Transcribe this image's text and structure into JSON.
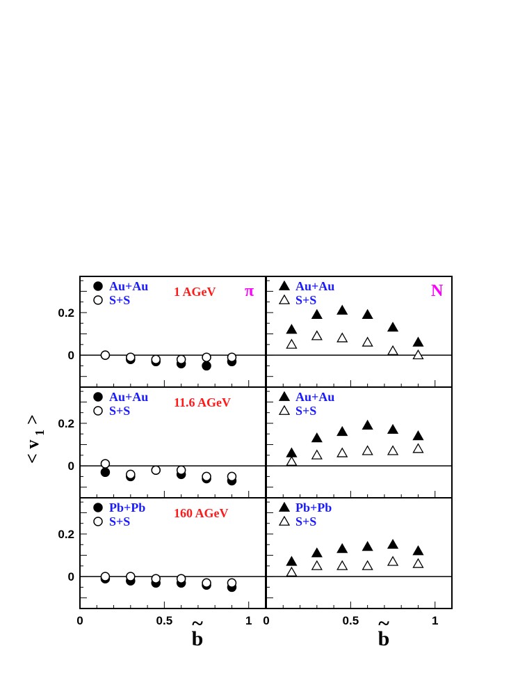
{
  "chart_data": {
    "type": "scatter",
    "ylabel": "< v",
    "ylabel_subscript": "1",
    "ylabel_close": ">",
    "xlabel": "b",
    "xlabel_accent": "~",
    "xlim": [
      0,
      1.1
    ],
    "ylim": [
      -0.15,
      0.37
    ],
    "x_ticks": [
      "0",
      "0.5",
      "1"
    ],
    "y_ticks": [
      "0",
      "0.2"
    ],
    "columns": [
      {
        "particle": "π",
        "marker": "circle"
      },
      {
        "particle": "N",
        "marker": "triangle"
      }
    ],
    "rows": [
      {
        "energy": "1 AGeV",
        "series_names": [
          "Au+Au",
          "S+S"
        ],
        "panels": [
          {
            "series": [
              {
                "name": "Au+Au",
                "filled": true,
                "x": [
                  0.15,
                  0.3,
                  0.45,
                  0.6,
                  0.75,
                  0.9
                ],
                "y": [
                  0.0,
                  -0.02,
                  -0.03,
                  -0.04,
                  -0.05,
                  -0.03
                ]
              },
              {
                "name": "S+S",
                "filled": false,
                "x": [
                  0.15,
                  0.3,
                  0.45,
                  0.6,
                  0.75,
                  0.9
                ],
                "y": [
                  0.0,
                  -0.01,
                  -0.02,
                  -0.02,
                  -0.01,
                  -0.01
                ]
              }
            ]
          },
          {
            "series": [
              {
                "name": "Au+Au",
                "filled": true,
                "x": [
                  0.15,
                  0.3,
                  0.45,
                  0.6,
                  0.75,
                  0.9
                ],
                "y": [
                  0.12,
                  0.19,
                  0.21,
                  0.19,
                  0.13,
                  0.06
                ]
              },
              {
                "name": "S+S",
                "filled": false,
                "x": [
                  0.15,
                  0.3,
                  0.45,
                  0.6,
                  0.75,
                  0.9
                ],
                "y": [
                  0.05,
                  0.09,
                  0.08,
                  0.06,
                  0.02,
                  0.0
                ]
              }
            ]
          }
        ]
      },
      {
        "energy": "11.6 AGeV",
        "series_names": [
          "Au+Au",
          "S+S"
        ],
        "panels": [
          {
            "series": [
              {
                "name": "Au+Au",
                "filled": true,
                "x": [
                  0.15,
                  0.3,
                  0.45,
                  0.6,
                  0.75,
                  0.9
                ],
                "y": [
                  -0.03,
                  -0.05,
                  -0.02,
                  -0.04,
                  -0.06,
                  -0.07
                ]
              },
              {
                "name": "S+S",
                "filled": false,
                "x": [
                  0.15,
                  0.3,
                  0.45,
                  0.6,
                  0.75,
                  0.9
                ],
                "y": [
                  0.01,
                  -0.04,
                  -0.02,
                  -0.02,
                  -0.05,
                  -0.05
                ]
              }
            ]
          },
          {
            "series": [
              {
                "name": "Au+Au",
                "filled": true,
                "x": [
                  0.15,
                  0.3,
                  0.45,
                  0.6,
                  0.75,
                  0.9
                ],
                "y": [
                  0.06,
                  0.13,
                  0.16,
                  0.19,
                  0.17,
                  0.14
                ]
              },
              {
                "name": "S+S",
                "filled": false,
                "x": [
                  0.15,
                  0.3,
                  0.45,
                  0.6,
                  0.75,
                  0.9
                ],
                "y": [
                  0.02,
                  0.05,
                  0.06,
                  0.07,
                  0.07,
                  0.08
                ]
              }
            ]
          }
        ]
      },
      {
        "energy": "160 AGeV",
        "series_names": [
          "Pb+Pb",
          "S+S"
        ],
        "panels": [
          {
            "series": [
              {
                "name": "Pb+Pb",
                "filled": true,
                "x": [
                  0.15,
                  0.3,
                  0.45,
                  0.6,
                  0.75,
                  0.9
                ],
                "y": [
                  -0.01,
                  -0.02,
                  -0.03,
                  -0.03,
                  -0.04,
                  -0.05
                ]
              },
              {
                "name": "S+S",
                "filled": false,
                "x": [
                  0.15,
                  0.3,
                  0.45,
                  0.6,
                  0.75,
                  0.9
                ],
                "y": [
                  0.0,
                  0.0,
                  -0.01,
                  -0.01,
                  -0.03,
                  -0.03
                ]
              }
            ]
          },
          {
            "series": [
              {
                "name": "Pb+Pb",
                "filled": true,
                "x": [
                  0.15,
                  0.3,
                  0.45,
                  0.6,
                  0.75,
                  0.9
                ],
                "y": [
                  0.07,
                  0.11,
                  0.13,
                  0.14,
                  0.15,
                  0.12
                ]
              },
              {
                "name": "S+S",
                "filled": false,
                "x": [
                  0.15,
                  0.3,
                  0.45,
                  0.6,
                  0.75,
                  0.9
                ],
                "y": [
                  0.02,
                  0.05,
                  0.05,
                  0.05,
                  0.07,
                  0.06
                ]
              }
            ]
          }
        ]
      }
    ]
  }
}
